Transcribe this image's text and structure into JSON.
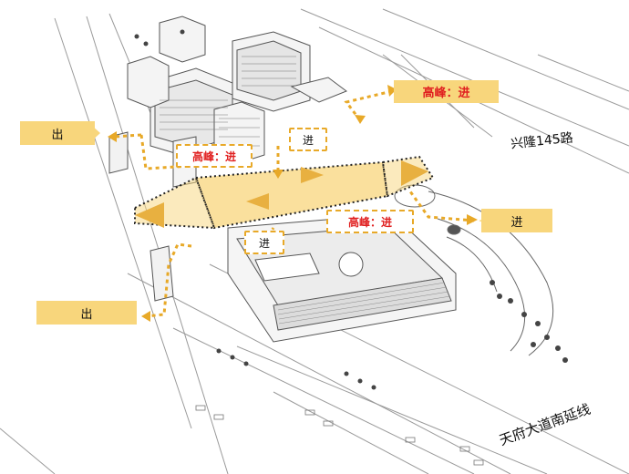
{
  "labels": {
    "exit_top": "出",
    "exit_bottom": "出",
    "peak_in_top_right": "高峰：进",
    "peak_in_center_left": "高峰：进",
    "peak_in_center_right": "高峰：进",
    "in_top": "进",
    "in_center": "进",
    "in_right": "进"
  },
  "roads": {
    "xinglong": "兴隆145路",
    "tianfu": "天府大道南延线"
  },
  "colors": {
    "arrow": "#e8a928",
    "highlight": "#f8d67c",
    "peak_text": "#e02020",
    "line": "#555555"
  }
}
